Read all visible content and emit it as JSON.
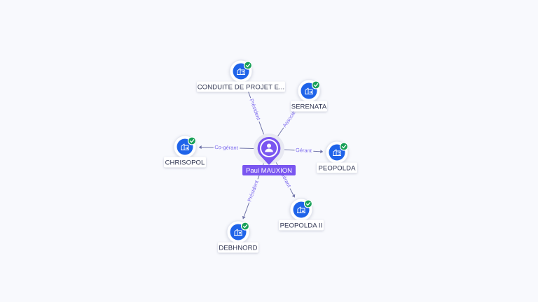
{
  "colors": {
    "background": "#f8f9fd",
    "company_node": "#1e63e9",
    "verified_badge": "#18a058",
    "person_node": "#7a56f0",
    "edge_label": "#7b68ee",
    "edge_line": "#6f73a8"
  },
  "center": {
    "name": "Paul MAUXION",
    "icon": "person-icon"
  },
  "nodes": [
    {
      "id": "conduite",
      "label": "CONDUITE DE PROJET E...",
      "icon": "building-icon",
      "badge": "check-icon",
      "role": "Président"
    },
    {
      "id": "serenata",
      "label": "SERENATA",
      "icon": "building-icon",
      "badge": "check-icon",
      "role": "Associé"
    },
    {
      "id": "chrisopol",
      "label": "CHRISOPOL",
      "icon": "building-icon",
      "badge": "check-icon",
      "role": "Co-gérant"
    },
    {
      "id": "peopolda",
      "label": "PEOPOLDA",
      "icon": "building-icon",
      "badge": "check-icon",
      "role": "Gérant"
    },
    {
      "id": "debhnord",
      "label": "DEBHNORD",
      "icon": "building-icon",
      "badge": "check-icon",
      "role": "Président"
    },
    {
      "id": "peopolda2",
      "label": "PEOPOLDA II",
      "icon": "building-icon",
      "badge": "check-icon",
      "role": "Gérant"
    }
  ]
}
